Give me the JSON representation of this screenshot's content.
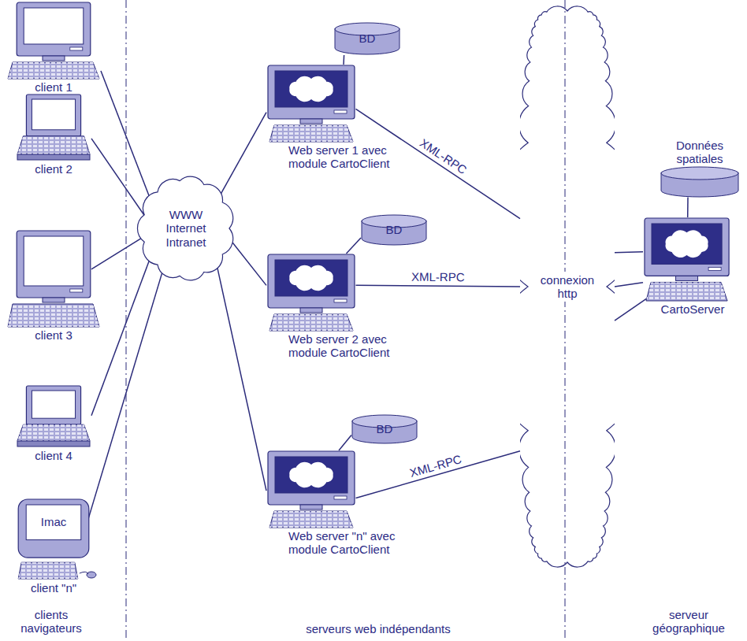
{
  "diagram": {
    "nodes": [
      {
        "text": [
          "client 1"
        ]
      },
      {
        "text": [
          "client 2"
        ]
      },
      {
        "text": [
          "client 3"
        ]
      },
      {
        "text": [
          "client 4"
        ]
      },
      {
        "text": [
          "Imac",
          "client \"n\""
        ]
      },
      {
        "text": [
          "WWW Internet Intranet"
        ]
      },
      {
        "text": [
          "BD"
        ]
      },
      {
        "text": [
          "Web server 1 avec module CartoClient"
        ]
      },
      {
        "text": [
          "BD"
        ]
      },
      {
        "text": [
          "Web server 2 avec module CartoClient"
        ]
      },
      {
        "text": [
          "BD"
        ]
      },
      {
        "text": [
          "Web server \"n\" avec module CartoClient"
        ]
      },
      {
        "text": [
          "connexion http"
        ]
      },
      {
        "text": [
          "Données spatiales"
        ]
      },
      {
        "text": [
          "CartoServer"
        ]
      }
    ],
    "edges": [
      {
        "from": 0,
        "to": 5,
        "arrow": "none"
      },
      {
        "from": 1,
        "to": 5,
        "arrow": "none"
      },
      {
        "from": 2,
        "to": 5,
        "arrow": "none"
      },
      {
        "from": 3,
        "to": 5,
        "arrow": "none"
      },
      {
        "from": 4,
        "to": 5,
        "arrow": "none"
      },
      {
        "from": 5,
        "to": 7,
        "arrow": "none"
      },
      {
        "from": 5,
        "to": 9,
        "arrow": "none"
      },
      {
        "from": 5,
        "to": 11,
        "arrow": "none"
      },
      {
        "from": 6,
        "to": 7,
        "arrow": "none"
      },
      {
        "from": 8,
        "to": 9,
        "arrow": "none"
      },
      {
        "from": 10,
        "to": 11,
        "arrow": "none"
      },
      {
        "from": 7,
        "to": 12,
        "label": "XML-RPC",
        "arrow": "none"
      },
      {
        "from": 9,
        "to": 12,
        "label": "XML-RPC",
        "arrow": "none"
      },
      {
        "from": 11,
        "to": 12,
        "label": "XML-RPC",
        "arrow": "none"
      },
      {
        "from": 12,
        "to": 14,
        "arrow": "none"
      },
      {
        "from": 12,
        "to": 14,
        "arrow": "none"
      },
      {
        "from": 12,
        "to": 14,
        "arrow": "none"
      },
      {
        "from": 13,
        "to": 14,
        "arrow": "none"
      }
    ],
    "labels": [
      "clients navigateurs",
      "serveurs web indépendants",
      "serveur géographique"
    ]
  }
}
